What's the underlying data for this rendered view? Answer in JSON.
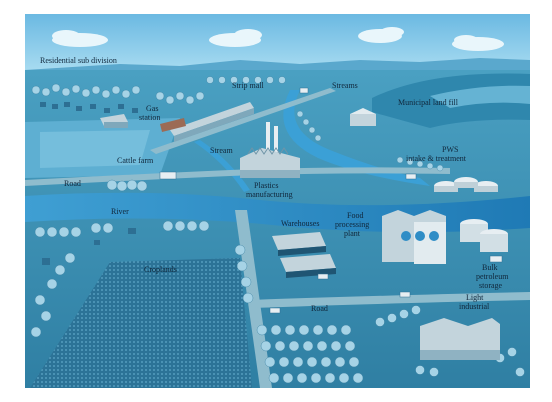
{
  "labels": {
    "residential": "Residential sub division",
    "strip_mall": "Strip mall",
    "streams": "Streams",
    "gas": "Gas",
    "station": "station",
    "municipal_land_fill": "Municipal land fill",
    "stream": "Stream",
    "pws": "PWS",
    "pws_sub": "intake & treatment",
    "cattle_farm": "Cattle farm",
    "plastics": "Plastics",
    "manufacturing": "manufacturing",
    "road": "Road",
    "river": "River",
    "warehouses": "Warehouses",
    "food": "Food",
    "processing": "processing",
    "plant": "plant",
    "bulk": "Bulk",
    "petroleum": "petroleum",
    "storage": "storage",
    "croplands": "Croplands",
    "road_lower": "Road",
    "light": "Light",
    "industrial": "industrial"
  },
  "colors": {
    "sky": "#7fc4e6",
    "land": "#3d93b7",
    "water": "#2f8dc6",
    "road": "#8fbccd",
    "tree": "#a6d3e6",
    "building": "#c3d4dc",
    "text": "#10263a"
  }
}
